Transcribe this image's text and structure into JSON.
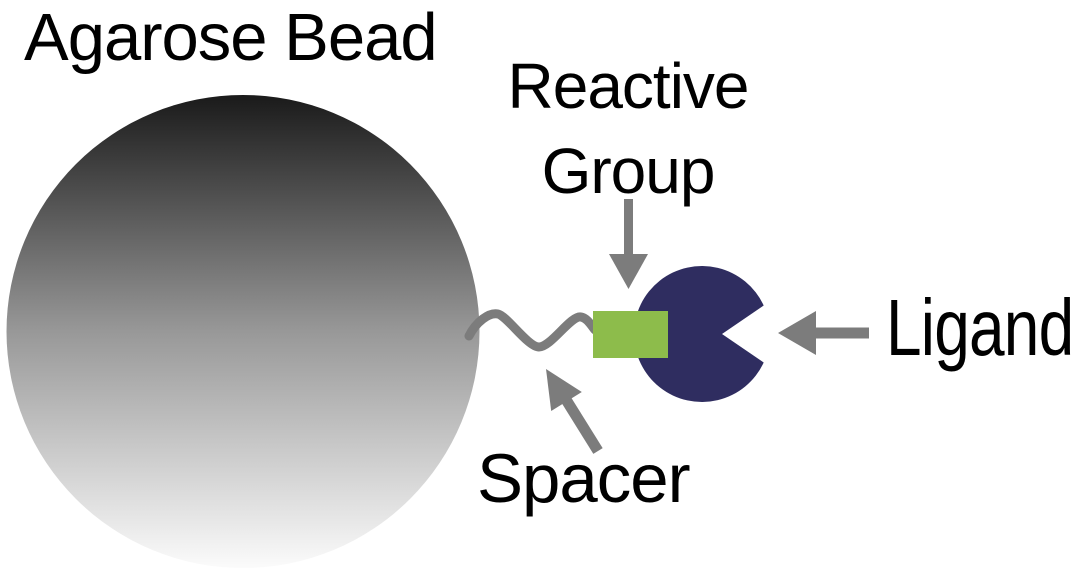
{
  "labels": {
    "agarose_bead": "Agarose Bead",
    "reactive_group_lines": [
      "Reactive",
      "Group"
    ],
    "spacer": "Spacer",
    "ligand": "Ligand"
  },
  "colors": {
    "bead_top": "#1a1a1a",
    "bead_mid": "#989898",
    "bead_bottom": "#fbfbfb",
    "connector": "#7c7c7c",
    "reactive_group_fill": "#8dbc4b",
    "ligand_fill": "#2f2d60",
    "text": "#000000"
  },
  "shapes": {
    "agarose_bead": "large gradient sphere",
    "spacer": "wavy-line-icon",
    "reactive_group": "green-square-icon",
    "ligand": "pacman-circle-icon",
    "pointers": [
      "down-arrow-icon",
      "up-left-arrow-icon",
      "left-arrow-icon"
    ]
  }
}
